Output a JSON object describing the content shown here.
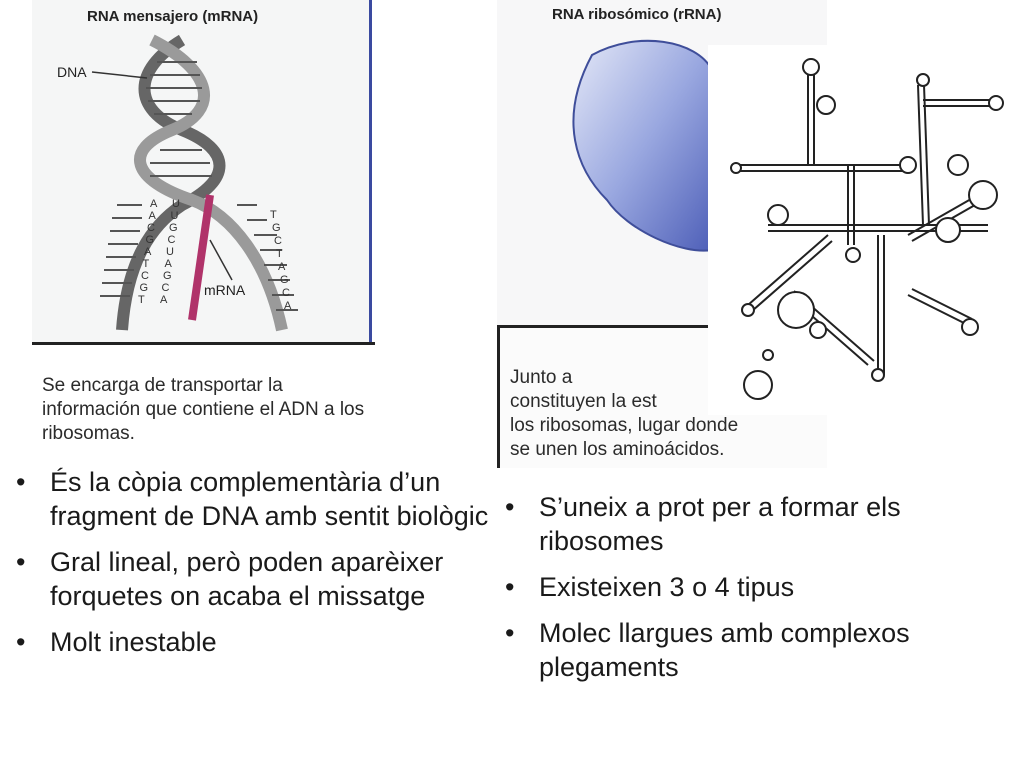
{
  "mrna_panel": {
    "title": "RNA mensajero (mRNA)",
    "labels": {
      "dna": "DNA",
      "mrna": "mRNA",
      "left_strand": [
        "A",
        "A",
        "C",
        "G",
        "A",
        "T",
        "C",
        "G",
        "T"
      ],
      "right_strand": [
        "U",
        "U",
        "G",
        "C",
        "U",
        "A",
        "G",
        "C",
        "A"
      ],
      "far_strand": [
        "T",
        "G",
        "C",
        "T",
        "A",
        "G",
        "C",
        "A"
      ]
    },
    "caption": "Se encarga de transportar la información que contiene el ADN a los ribosomas."
  },
  "rrna_panel": {
    "title": "RNA ribosómico (rRNA)",
    "caption_lines": [
      "Junto a",
      "constituyen la est",
      "los ribosomas, lugar donde",
      "se unen los aminoácidos."
    ]
  },
  "left_bullets": [
    "És la còpia complementària d’un fragment de DNA  amb sentit biològic",
    "Gral  lineal, però poden aparèixer forquetes on acaba el missatge",
    "Molt inestable"
  ],
  "right_bullets": [
    "S’uneix a prot per a formar els ribosomes",
    "Existeixen 3 o 4 tipus",
    "Molec llargues amb complexos plegaments"
  ],
  "bullet_glyph": "•",
  "colors": {
    "text": "#1a1a1a",
    "mrna_strand": "#b0336a",
    "ribosome": "#5b6fc4",
    "panel_border": "#3a4aa0"
  }
}
